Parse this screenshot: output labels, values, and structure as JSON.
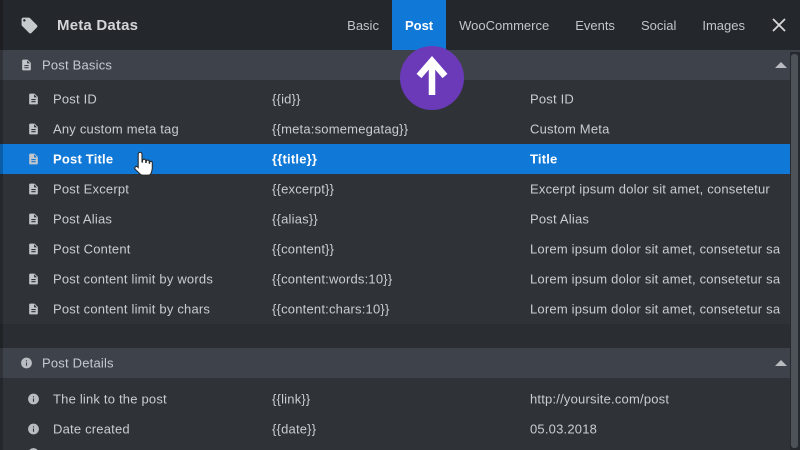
{
  "header": {
    "title": "Meta Datas",
    "tabs": [
      {
        "label": "Basic",
        "active": false
      },
      {
        "label": "Post",
        "active": true
      },
      {
        "label": "WooCommerce",
        "active": false
      },
      {
        "label": "Events",
        "active": false
      },
      {
        "label": "Social",
        "active": false
      },
      {
        "label": "Images",
        "active": false
      }
    ]
  },
  "sections": [
    {
      "title": "Post Basics",
      "icon": "document",
      "rows": [
        {
          "label": "Post ID",
          "tag": "{{id}}",
          "example": "Post ID",
          "selected": false
        },
        {
          "label": "Any custom meta tag",
          "tag": "{{meta:somemegatag}}",
          "example": "Custom Meta",
          "selected": false
        },
        {
          "label": "Post Title",
          "tag": "{{title}}",
          "example": "Title",
          "selected": true
        },
        {
          "label": "Post Excerpt",
          "tag": "{{excerpt}}",
          "example": "Excerpt ipsum dolor sit amet, consetetur",
          "selected": false
        },
        {
          "label": "Post Alias",
          "tag": "{{alias}}",
          "example": "Post Alias",
          "selected": false
        },
        {
          "label": "Post Content",
          "tag": "{{content}}",
          "example": "Lorem ipsum dolor sit amet, consetetur sa",
          "selected": false
        },
        {
          "label": "Post content limit by words",
          "tag": "{{content:words:10}}",
          "example": "Lorem ipsum dolor sit amet, consetetur sa",
          "selected": false
        },
        {
          "label": "Post content limit by chars",
          "tag": "{{content:chars:10}}",
          "example": "Lorem ipsum dolor sit amet, consetetur sa",
          "selected": false
        }
      ]
    },
    {
      "title": "Post Details",
      "icon": "info",
      "rows": [
        {
          "label": "The link to the post",
          "tag": "{{link}}",
          "example": "http://yoursite.com/post",
          "selected": false
        },
        {
          "label": "Date created",
          "tag": "{{date}}",
          "example": "05.03.2018",
          "selected": false
        }
      ]
    }
  ],
  "colors": {
    "titlebar_bg": "#24272b",
    "content_bg": "#2a2d31",
    "row_bg": "#2f3338",
    "section_header_bg": "#3e434b",
    "accent_blue": "#1078d6",
    "accent_purple": "#6a3ab8",
    "text_color": "#c9cdd2"
  }
}
